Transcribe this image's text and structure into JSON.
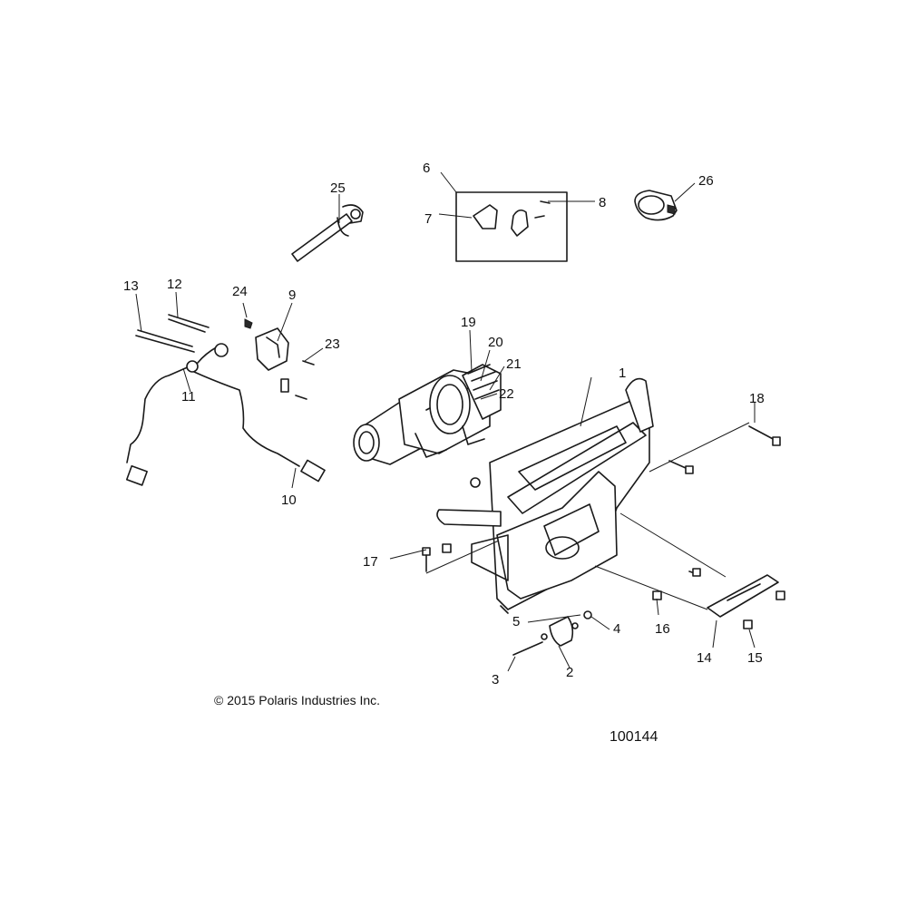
{
  "callouts": [
    "1",
    "2",
    "3",
    "4",
    "5",
    "6",
    "7",
    "8",
    "9",
    "10",
    "11",
    "12",
    "13",
    "14",
    "15",
    "16",
    "17",
    "18",
    "19",
    "20",
    "21",
    "22",
    "23",
    "24",
    "25",
    "26"
  ],
  "copyright": "© 2015 Polaris Industries Inc.",
  "figure_number": "100144"
}
